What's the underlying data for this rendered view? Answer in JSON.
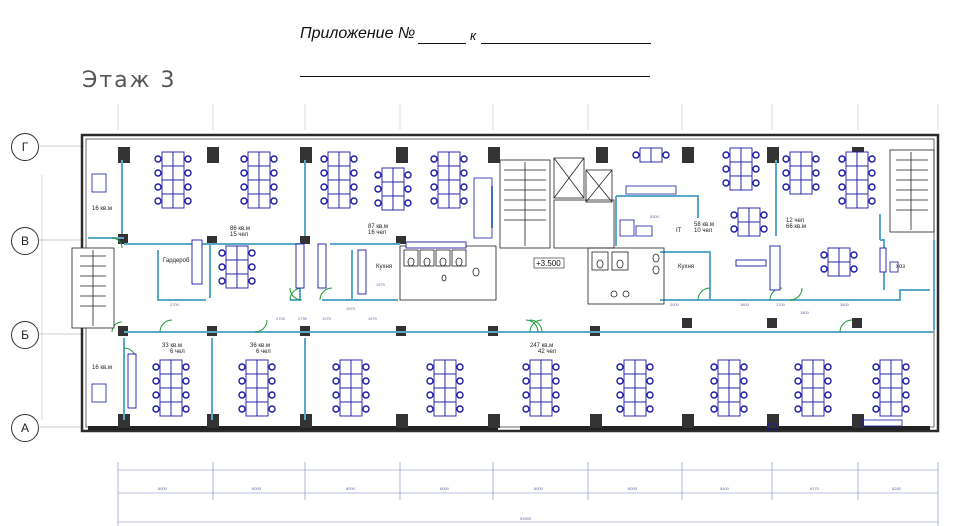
{
  "header": {
    "appendix_label": "Приложение №",
    "k_label": "к"
  },
  "floor_title": "Этаж 3",
  "axes": [
    "Г",
    "В",
    "Б",
    "А"
  ],
  "rooms": {
    "top_left_office": {
      "area": "16  кв.м"
    },
    "open_office_1": {
      "area": "86  кв.м",
      "people": "15  чел"
    },
    "open_office_2": {
      "area": "87  кв.м",
      "people": "16  чел"
    },
    "wardrobe": {
      "label": "Гардероб"
    },
    "kitchen_left": {
      "label": "Кухня"
    },
    "kitchen_right": {
      "label": "Кухня"
    },
    "it_room": {
      "label": "IT"
    },
    "office_58": {
      "area": "58  кв.м",
      "people": "10  чел"
    },
    "office_66": {
      "people": "12  чел",
      "area": "66  кв.м"
    },
    "storage": {
      "label": "хоз"
    },
    "bottom_left_office": {
      "area": "16  кв.м"
    },
    "office_33": {
      "area": "33  кв.м",
      "people": "6  чел"
    },
    "office_36": {
      "area": "36  кв.м",
      "people": "6  чел"
    },
    "office_247": {
      "area": "247  кв.м",
      "people": "42  чел"
    }
  },
  "elevation_mark": "+3.500",
  "dimensions": {
    "bottom_segments": [
      "6000",
      "6000",
      "6000",
      "6000",
      "6000",
      "6000",
      "5400",
      "6170",
      "6280"
    ],
    "total": "53900",
    "room_widths": [
      "2700",
      "2700",
      "2790",
      "1970",
      "1970",
      "1970",
      "1970",
      "5300",
      "2000",
      "1800",
      "1700",
      "1800",
      "3600"
    ]
  },
  "colors": {
    "wall": "#2b2b2b",
    "partition": "#5aa9c9",
    "furniture": "#1a1aa8",
    "door": "#1c9a3a",
    "dim_line": "#7a86c4"
  }
}
